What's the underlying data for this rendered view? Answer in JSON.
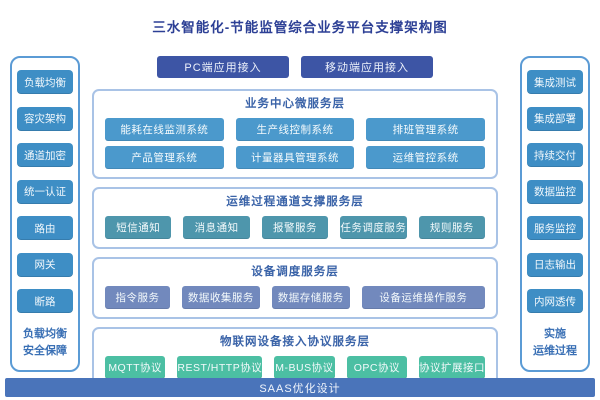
{
  "title": "三水智能化-节能监管综合业务平台支撑架构图",
  "colors": {
    "title_text": "#2c3f95",
    "panel_border": "#5b9bd5",
    "side_button": "#3e8ec5",
    "panel_label": "#3a70b5",
    "top_button": "#3d55a5",
    "section_border": "#a9c3e6",
    "section_title": "#3a63a8",
    "footer_bar": "#4a74ba"
  },
  "top_buttons": [
    {
      "name": "pc-access-button",
      "label": "PC端应用接入"
    },
    {
      "name": "mobile-access-button",
      "label": "移动端应用接入"
    }
  ],
  "left_panel": {
    "items": [
      "负载均衡",
      "容灾架构",
      "通道加密",
      "统一认证",
      "路由",
      "网关",
      "断路"
    ],
    "footer_lines": [
      "负载均衡",
      "安全保障"
    ]
  },
  "right_panel": {
    "items": [
      "集成测试",
      "集成部署",
      "持续交付",
      "数据监控",
      "服务监控",
      "日志输出",
      "内网透传"
    ],
    "footer_lines": [
      "实施",
      "运维过程"
    ]
  },
  "sections": [
    {
      "title": "业务中心微服务层",
      "button_color": "#4b99cc",
      "rows": [
        [
          "能耗在线监测系统",
          "生产线控制系统",
          "排班管理系统"
        ],
        [
          "产品管理系统",
          "计量器具管理系统",
          "运维管控系统"
        ]
      ]
    },
    {
      "title": "运维过程通道支撑服务层",
      "button_color": "#4e96ac",
      "rows": [
        [
          "短信通知",
          "消息通知",
          "报警服务",
          "任务调度服务",
          "规则服务"
        ]
      ]
    },
    {
      "title": "设备调度服务层",
      "button_color": "#7289bd",
      "flex": [
        [
          1,
          1.2,
          1.2,
          1.9
        ]
      ],
      "rows": [
        [
          "指令服务",
          "数据收集服务",
          "数据存储服务",
          "设备运维操作服务"
        ]
      ]
    },
    {
      "title": "物联网设备接入协议服务层",
      "button_color": "#4cbfa3",
      "rows": [
        [
          "MQTT协议",
          "REST/HTTP协议",
          "M-BUS协议",
          "OPC协议",
          "协议扩展接口"
        ]
      ]
    }
  ],
  "footer_bar_label": "SAAS优化设计"
}
